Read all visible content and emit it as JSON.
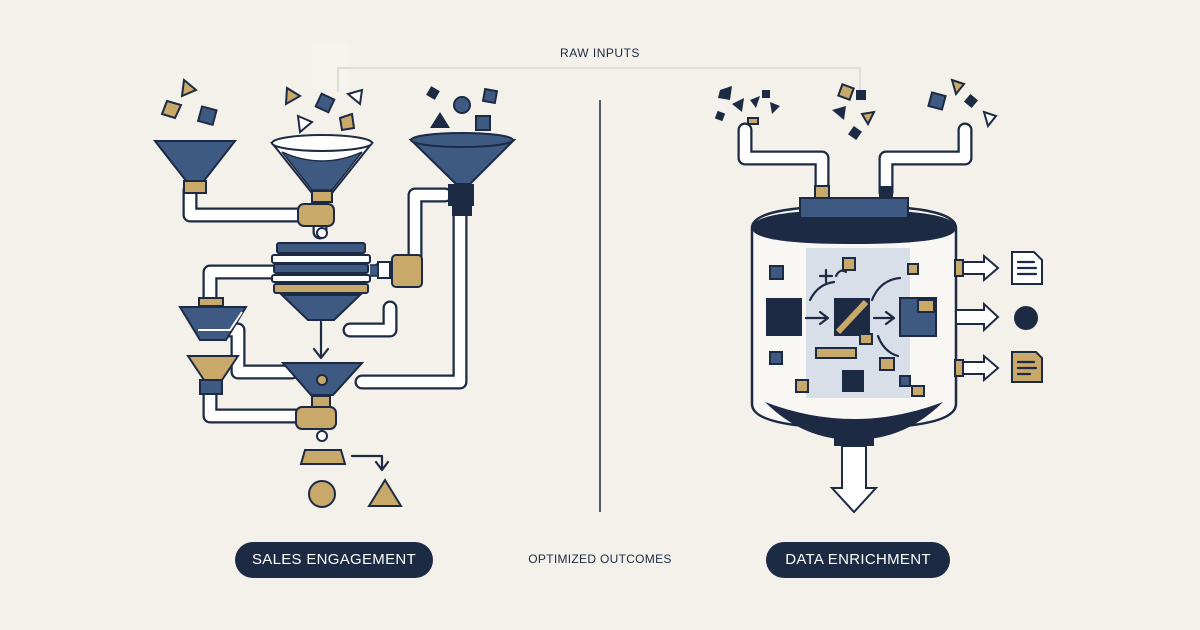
{
  "header": {
    "top_label": "RAW INPUTS"
  },
  "footer": {
    "center_label": "OPTIMIZED OUTCOMES"
  },
  "panels": {
    "left": {
      "label": "SALES ENGAGEMENT"
    },
    "right": {
      "label": "DATA ENRICHMENT"
    }
  },
  "palette": {
    "background": "#f4f1ea",
    "navy": "#1c2a44",
    "steel": "#3f5a82",
    "light_steel": "#aebccf",
    "gold": "#c9a969",
    "white": "#ffffff"
  },
  "icons": [
    "funnel-icon",
    "pipe-icon",
    "tank-icon",
    "document-icon",
    "circle-icon",
    "arrow-icon"
  ]
}
